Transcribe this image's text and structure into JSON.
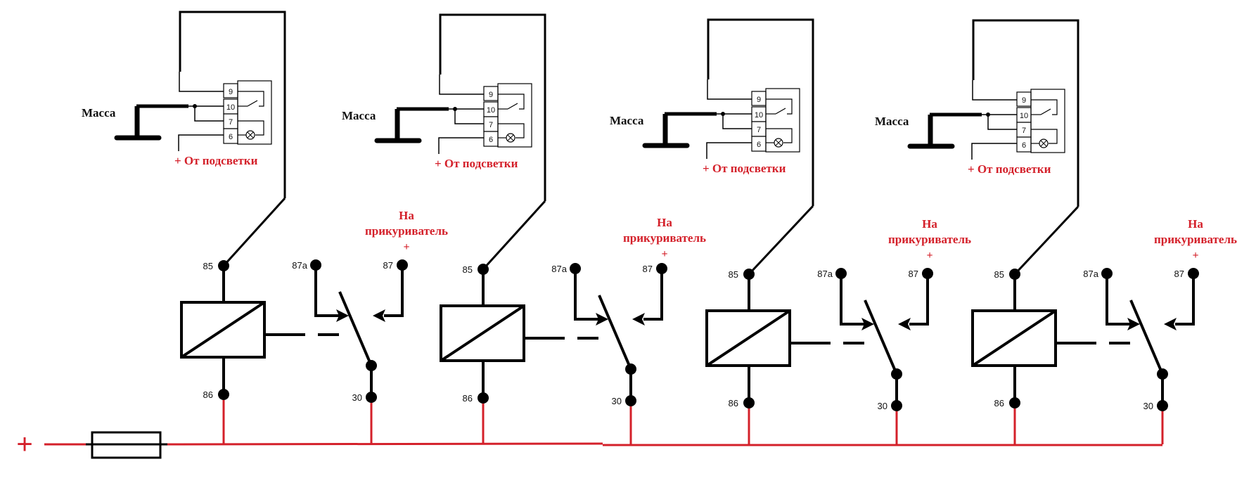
{
  "diagram": {
    "title": "",
    "colors": {
      "wire": "#000000",
      "power": "#d4202a",
      "label_red": "#d4202a",
      "label_black": "#111111"
    },
    "supply": {
      "plus_label": "+",
      "fuse_label": ""
    },
    "groups": [
      {
        "ground_label": "Масса",
        "backlight_label": "+ От подсветки",
        "switch_pins": [
          "9",
          "10",
          "7",
          "6"
        ],
        "relay_pins": {
          "p85": "85",
          "p86": "86",
          "p87a": "87a",
          "p87": "87",
          "p30": "30"
        },
        "load_label": {
          "line1": "На",
          "line2": "прикуриватель",
          "line3": "+"
        }
      },
      {
        "ground_label": "Масса",
        "backlight_label": "+ От подсветки",
        "switch_pins": [
          "9",
          "10",
          "7",
          "6"
        ],
        "relay_pins": {
          "p85": "85",
          "p86": "86",
          "p87a": "87a",
          "p87": "87",
          "p30": "30"
        },
        "load_label": {
          "line1": "На",
          "line2": "прикуриватель",
          "line3": "+"
        }
      },
      {
        "ground_label": "Масса",
        "backlight_label": "+ От подсветки",
        "switch_pins": [
          "9",
          "10",
          "7",
          "6"
        ],
        "relay_pins": {
          "p85": "85",
          "p86": "86",
          "p87a": "87a",
          "p87": "87",
          "p30": "30"
        },
        "load_label": {
          "line1": "На",
          "line2": "прикуриватель",
          "line3": "+"
        }
      },
      {
        "ground_label": "Масса",
        "backlight_label": "+ От подсветки",
        "switch_pins": [
          "9",
          "10",
          "7",
          "6"
        ],
        "relay_pins": {
          "p85": "85",
          "p86": "86",
          "p87a": "87a",
          "p87": "87",
          "p30": "30"
        },
        "load_label": {
          "line1": "На",
          "line2": "прикуриватель",
          "line3": "+"
        }
      }
    ]
  }
}
